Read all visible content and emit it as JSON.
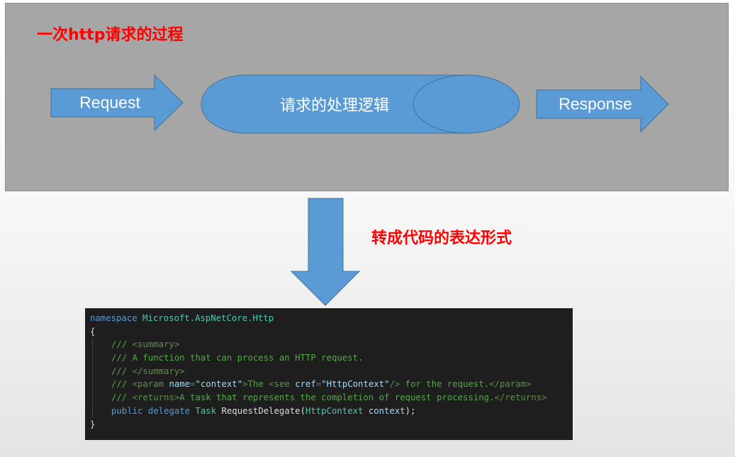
{
  "titles": {
    "top": "一次http请求的过程",
    "middle": "转成代码的表达形式"
  },
  "shapes": {
    "request_label": "Request",
    "process_label": "请求的处理逻辑",
    "response_label": "Response"
  },
  "colors": {
    "panel": "#a6a6a6",
    "shape_fill": "#5b9bd5",
    "shape_stroke": "#41719c",
    "title": "#ff0000",
    "code_bg": "#1e1e1e"
  },
  "code": {
    "line1": {
      "kw": "namespace",
      "ns": "Microsoft.AspNetCore.Http"
    },
    "open_brace": "{",
    "line_summary_open": {
      "slashes": "/// ",
      "tag": "<summary>"
    },
    "line_summary_text": "/// A function that can process an HTTP request.",
    "line_summary_close": {
      "slashes": "/// ",
      "tag": "</summary>"
    },
    "line_param": {
      "slashes": "/// ",
      "tag_open": "<param ",
      "attr_name": "name",
      "eq1": "=",
      "quote_context": "\"context\"",
      "gt": ">",
      "text1": "The ",
      "see_open": "<see ",
      "attr_cref": "cref",
      "eq2": "=",
      "quote_http": "\"HttpContext\"",
      "see_close": "/>",
      "text2": " for the request.",
      "param_close": "</param>"
    },
    "line_returns": {
      "slashes": "/// ",
      "tag_open": "<returns>",
      "text": "A task that represents the completion of request processing.",
      "tag_close": "</returns>"
    },
    "line_delegate": {
      "kw1": "public",
      "kw2": "delegate",
      "type1": "Task",
      "name": "RequestDelegate",
      "paren_open": "(",
      "type2": "HttpContext",
      "param": "context",
      "end": ");"
    },
    "close_brace": "}"
  }
}
